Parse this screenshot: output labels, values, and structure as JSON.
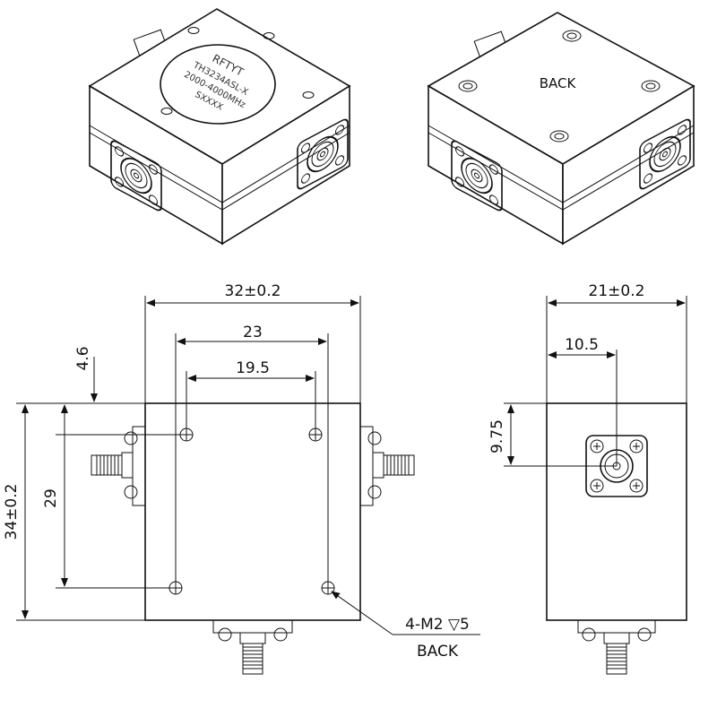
{
  "labels": {
    "brand": "RFTYT",
    "model": "TH3234ASL-X",
    "freq": "2000-4000MHz",
    "serial": "SXXXX",
    "back": "BACK",
    "back_note": "BACK"
  },
  "dimensions": {
    "width_total": "32±0.2",
    "hole_outer": "23",
    "hole_inner": "19.5",
    "offset_top": "4.6",
    "height_holes": "29",
    "height_total": "34±0.2",
    "depth_total": "21±0.2",
    "connector_x": "10.5",
    "connector_y": "9.75",
    "thread_callout": "4-M2 ▽5"
  }
}
